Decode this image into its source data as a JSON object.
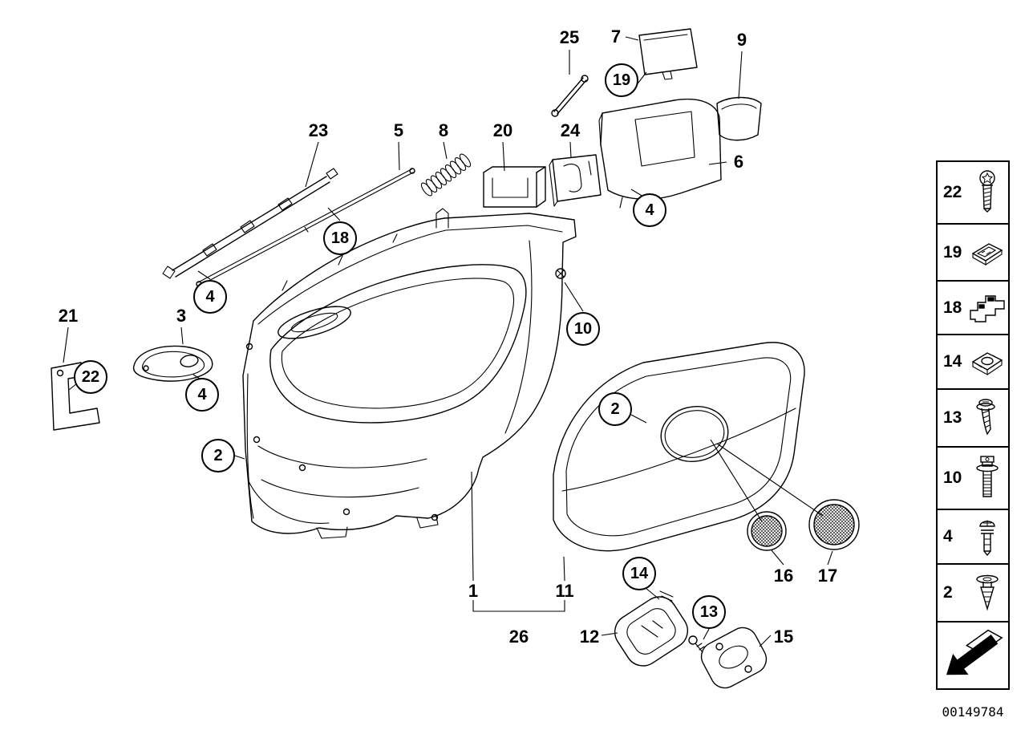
{
  "colors": {
    "line": "#000000",
    "background": "#ffffff"
  },
  "diagram": {
    "part_id": "00149784",
    "callouts": {
      "plain": [
        "25",
        "7",
        "9",
        "23",
        "5",
        "8",
        "20",
        "24",
        "6",
        "21",
        "3",
        "16",
        "17",
        "1",
        "11",
        "26",
        "12",
        "15"
      ],
      "circled": [
        "19",
        "4",
        "18",
        "4",
        "22",
        "4",
        "2",
        "10",
        "2",
        "14",
        "13"
      ]
    }
  },
  "legend": {
    "items": [
      {
        "label": "22",
        "icon": "round-head-screw-icon"
      },
      {
        "label": "19",
        "icon": "spring-nut-clip-icon"
      },
      {
        "label": "18",
        "icon": "bracket-clip-icon"
      },
      {
        "label": "14",
        "icon": "sheet-metal-nut-icon"
      },
      {
        "label": "13",
        "icon": "tapping-screw-icon"
      },
      {
        "label": "10",
        "icon": "torx-bolt-icon"
      },
      {
        "label": "4",
        "icon": "rivet-pin-icon"
      },
      {
        "label": "2",
        "icon": "expanding-rivet-icon"
      }
    ],
    "direction_arrow_icon": "direction-arrow-icon"
  }
}
